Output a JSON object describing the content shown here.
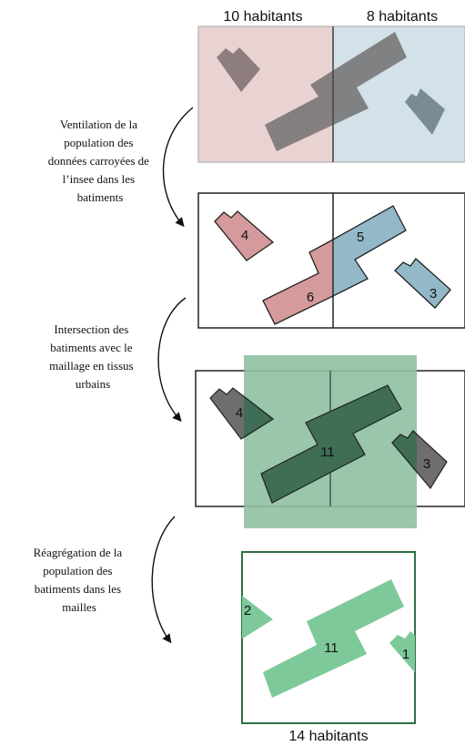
{
  "panel1": {
    "left_cell_label": "10 habitants",
    "right_cell_label": "8 habitants"
  },
  "step1": {
    "lines": [
      "Ventilation de la",
      "population des",
      "données carroyées de",
      "l’insee dans les",
      "batiments"
    ]
  },
  "panel2": {
    "values": {
      "top_left": "4",
      "big_upper": "5",
      "big_lower": "6",
      "right": "3"
    }
  },
  "step2": {
    "lines": [
      "Intersection des",
      "batiments avec le",
      "maillage en tissus",
      "urbains"
    ]
  },
  "panel3": {
    "values": {
      "left": "4",
      "center": "11",
      "right": "3"
    }
  },
  "step3": {
    "lines": [
      "Réagrégation de la",
      "population des",
      "batiments dans les",
      "mailles"
    ]
  },
  "panel4": {
    "values": {
      "left": "2",
      "center": "11",
      "right": "1"
    },
    "total_label": "14 habitants"
  },
  "colors": {
    "pink": "#dfa0a1",
    "blue": "#8fb6c6",
    "gray": "#6e6e6e",
    "dark_green": "#3f6d55",
    "green_area": "#8fc0a2",
    "light_green": "#7ec99a",
    "frame_green": "#2f6f45"
  }
}
